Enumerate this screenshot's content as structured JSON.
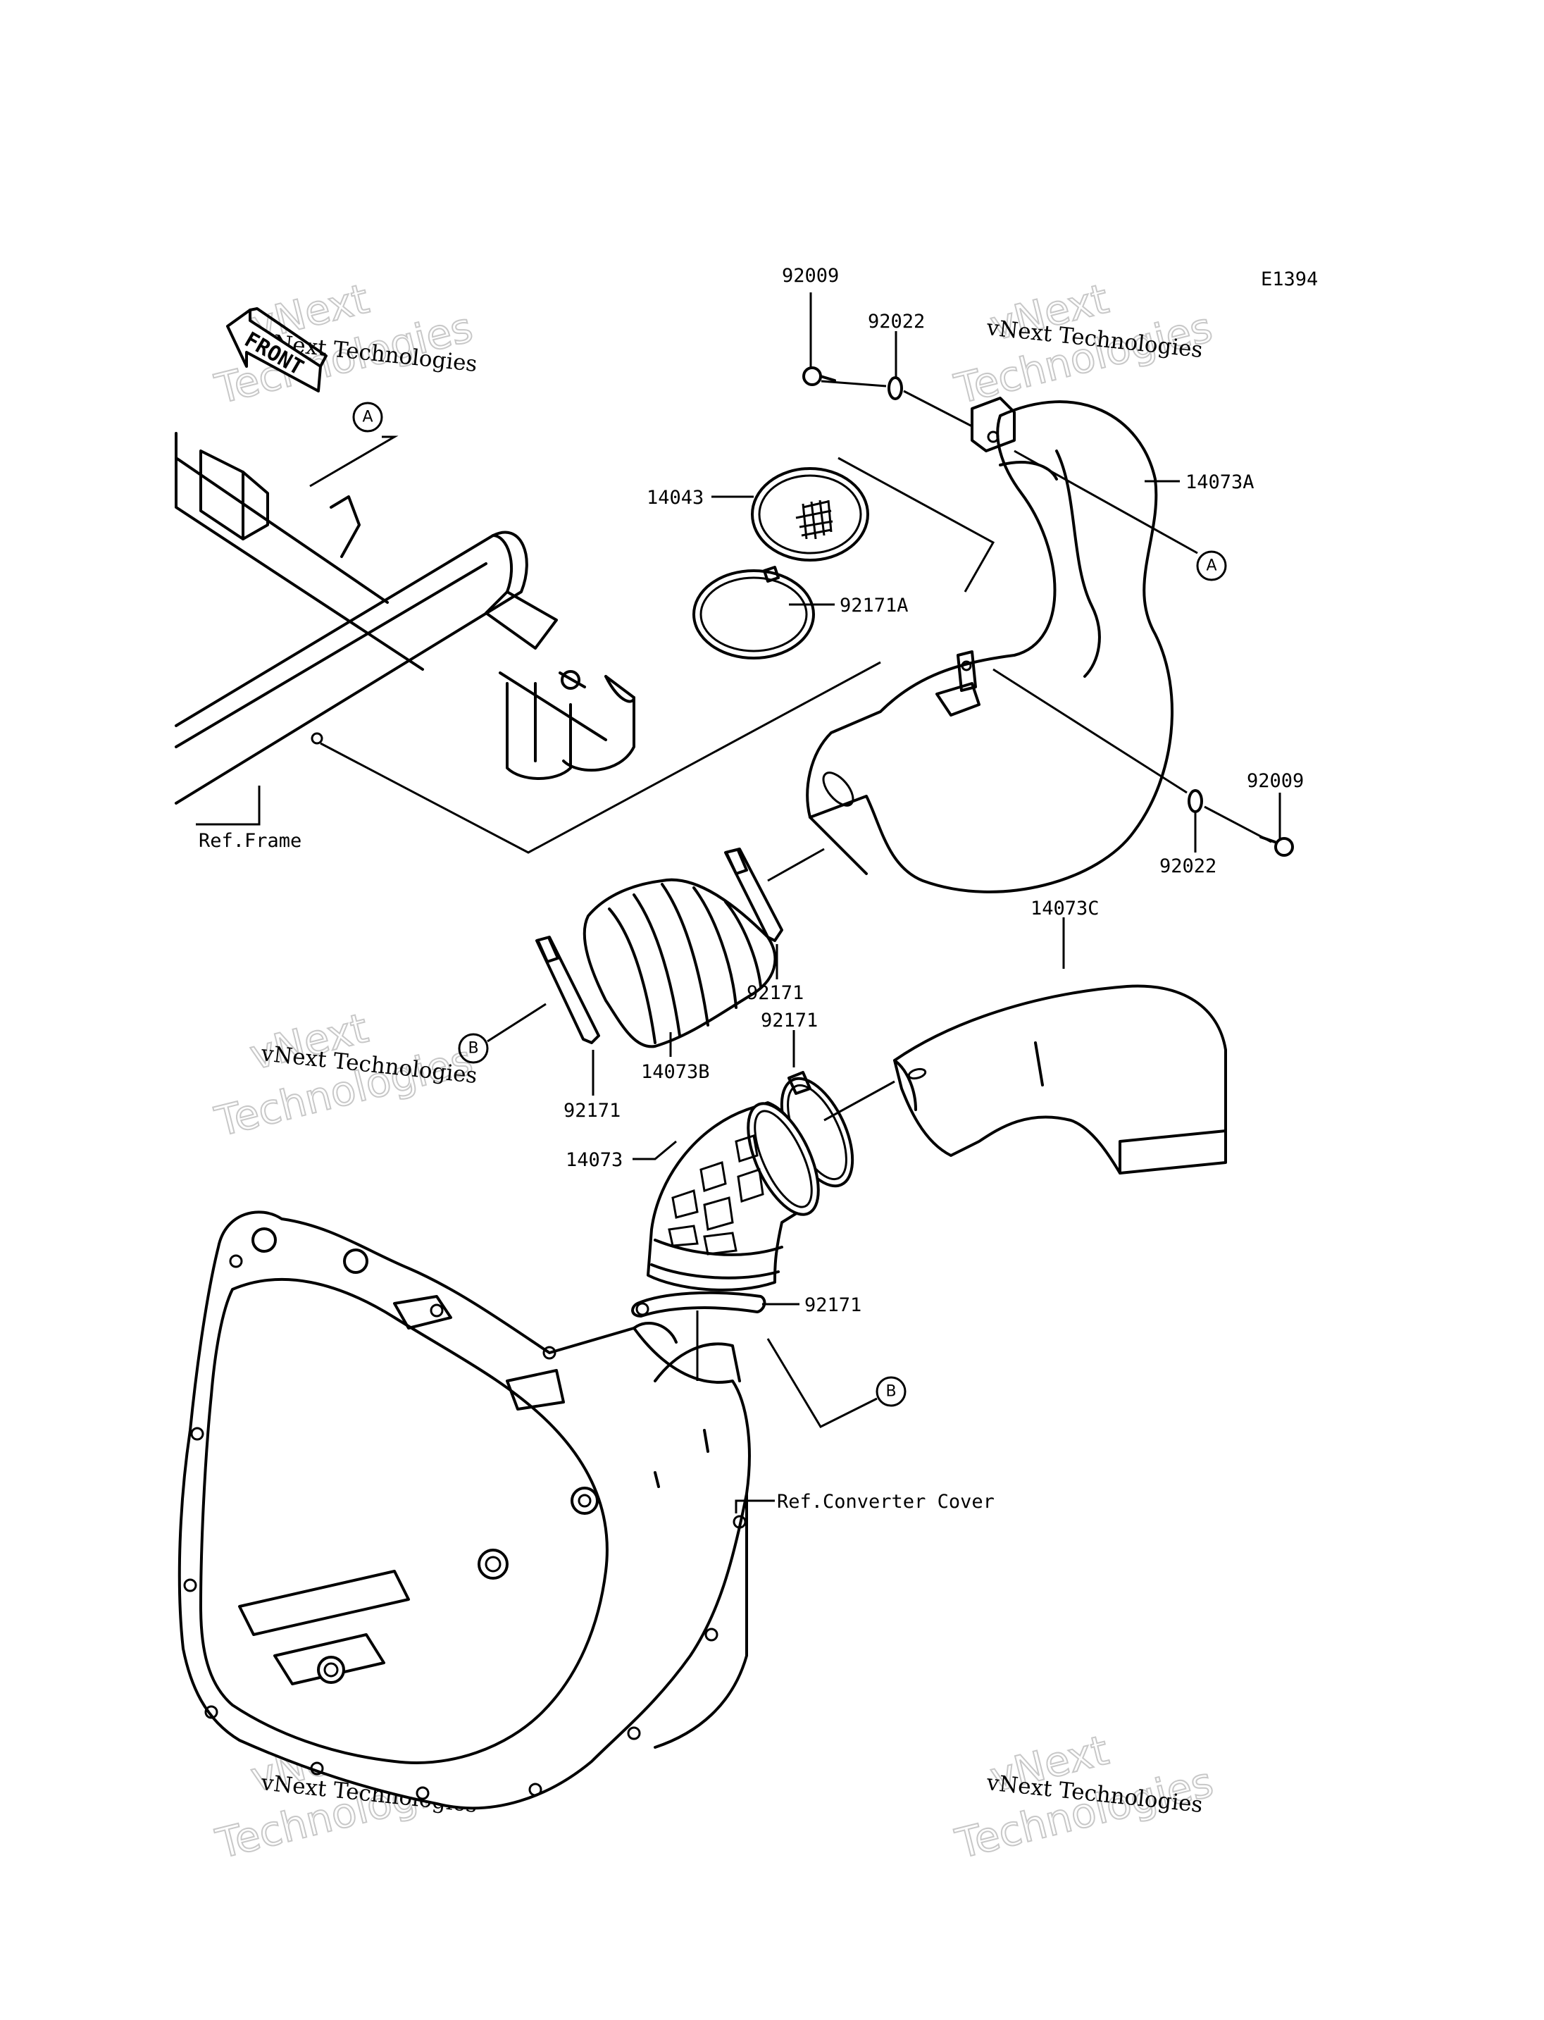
{
  "diagram_code": "E1394",
  "front_label": "FRONT",
  "watermark": {
    "line1": "vNext Technologies",
    "line2": "vNext",
    "line3": "Technologies"
  },
  "reference_labels": {
    "frame": "Ref.Frame",
    "converter_cover": "Ref.Converter Cover"
  },
  "callout_markers": [
    "A",
    "B"
  ],
  "parts": [
    {
      "id": "p1",
      "number": "92009"
    },
    {
      "id": "p2",
      "number": "92022"
    },
    {
      "id": "p3",
      "number": "14073A"
    },
    {
      "id": "p4",
      "number": "14043"
    },
    {
      "id": "p5",
      "number": "92171A"
    },
    {
      "id": "p6",
      "number": "92009"
    },
    {
      "id": "p7",
      "number": "92022"
    },
    {
      "id": "p8",
      "number": "14073C"
    },
    {
      "id": "p9",
      "number": "92171"
    },
    {
      "id": "p10",
      "number": "14073B"
    },
    {
      "id": "p11",
      "number": "92171"
    },
    {
      "id": "p12",
      "number": "92171"
    },
    {
      "id": "p13",
      "number": "14073"
    },
    {
      "id": "p14",
      "number": "92171"
    }
  ]
}
